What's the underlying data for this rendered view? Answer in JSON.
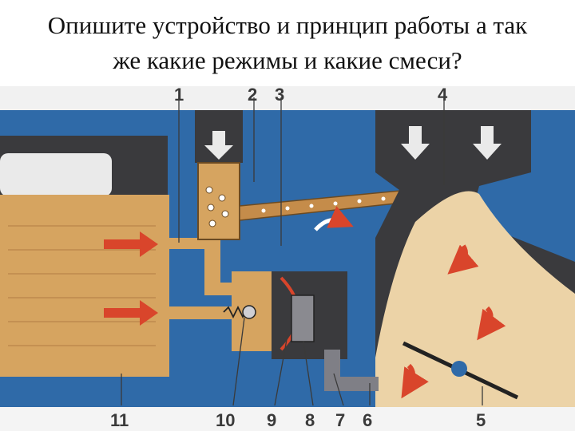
{
  "title": {
    "line1": "Опишите устройство и принцип работы а так",
    "line2": "же какие режимы и какие смеси?"
  },
  "labels": {
    "l1": "1",
    "l2": "2",
    "l3": "3",
    "l4": "4",
    "l5": "5",
    "l6": "6",
    "l7": "7",
    "l8": "8",
    "l9": "9",
    "l10": "10",
    "l11": "11"
  },
  "colors": {
    "wall": "#2f6aa8",
    "fuel": "#d6a460",
    "mixture": "#ecd3a7",
    "metal": "#3f3f42",
    "arrow_red": "#d9452b"
  }
}
